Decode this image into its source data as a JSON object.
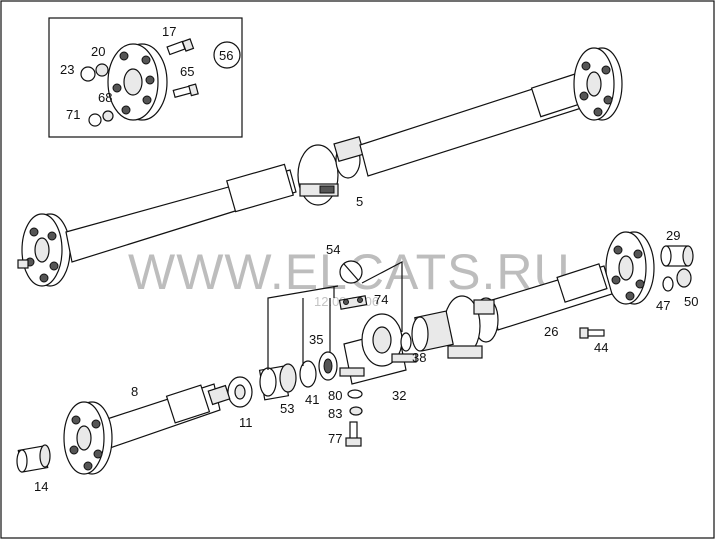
{
  "watermark": {
    "text": "WWW.ELCATS.RU",
    "date_stamp": "12.09.2006"
  },
  "callouts": {
    "c17": "17",
    "c20": "20",
    "c23": "23",
    "c56": "56",
    "c65": "65",
    "c68": "68",
    "c71": "71",
    "c5": "5",
    "c54": "54",
    "c74": "74",
    "c29": "29",
    "c26": "26",
    "c47": "47",
    "c50": "50",
    "c44": "44",
    "c35": "35",
    "c38": "38",
    "c8": "8",
    "c53": "53",
    "c41": "41",
    "c80": "80",
    "c32": "32",
    "c11": "11",
    "c83": "83",
    "c77": "77",
    "c14": "14"
  }
}
